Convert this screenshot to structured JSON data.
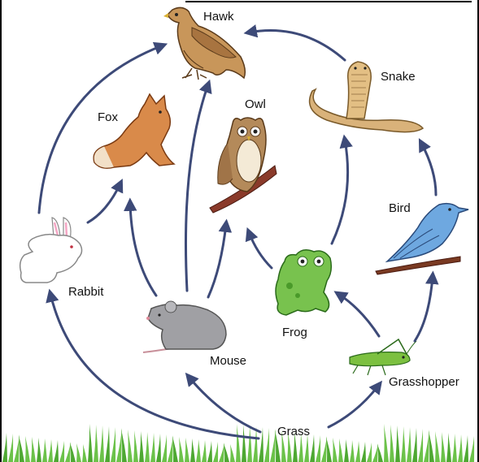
{
  "diagram": {
    "nodes": [
      {
        "id": "hawk",
        "label": "Hawk",
        "icon": "hawk-icon"
      },
      {
        "id": "snake",
        "label": "Snake",
        "icon": "snake-icon"
      },
      {
        "id": "fox",
        "label": "Fox",
        "icon": "fox-icon"
      },
      {
        "id": "owl",
        "label": "Owl",
        "icon": "owl-icon"
      },
      {
        "id": "bird",
        "label": "Bird",
        "icon": "bird-icon"
      },
      {
        "id": "rabbit",
        "label": "Rabbit",
        "icon": "rabbit-icon"
      },
      {
        "id": "frog",
        "label": "Frog",
        "icon": "frog-icon"
      },
      {
        "id": "mouse",
        "label": "Mouse",
        "icon": "mouse-icon"
      },
      {
        "id": "grasshopper",
        "label": "Grasshopper",
        "icon": "grasshopper-icon"
      },
      {
        "id": "grass",
        "label": "Grass",
        "icon": "grass-icon"
      }
    ],
    "edges": [
      {
        "from": "grass",
        "to": "rabbit"
      },
      {
        "from": "grass",
        "to": "mouse"
      },
      {
        "from": "grass",
        "to": "grasshopper"
      },
      {
        "from": "rabbit",
        "to": "hawk"
      },
      {
        "from": "rabbit",
        "to": "fox"
      },
      {
        "from": "mouse",
        "to": "fox"
      },
      {
        "from": "mouse",
        "to": "hawk"
      },
      {
        "from": "mouse",
        "to": "owl"
      },
      {
        "from": "frog",
        "to": "owl"
      },
      {
        "from": "frog",
        "to": "snake"
      },
      {
        "from": "grasshopper",
        "to": "frog"
      },
      {
        "from": "grasshopper",
        "to": "bird"
      },
      {
        "from": "bird",
        "to": "snake"
      },
      {
        "from": "snake",
        "to": "hawk"
      }
    ],
    "colors": {
      "arrow": "#3d4a78",
      "background": "#ffffff",
      "grass": "#6cc24a"
    }
  }
}
